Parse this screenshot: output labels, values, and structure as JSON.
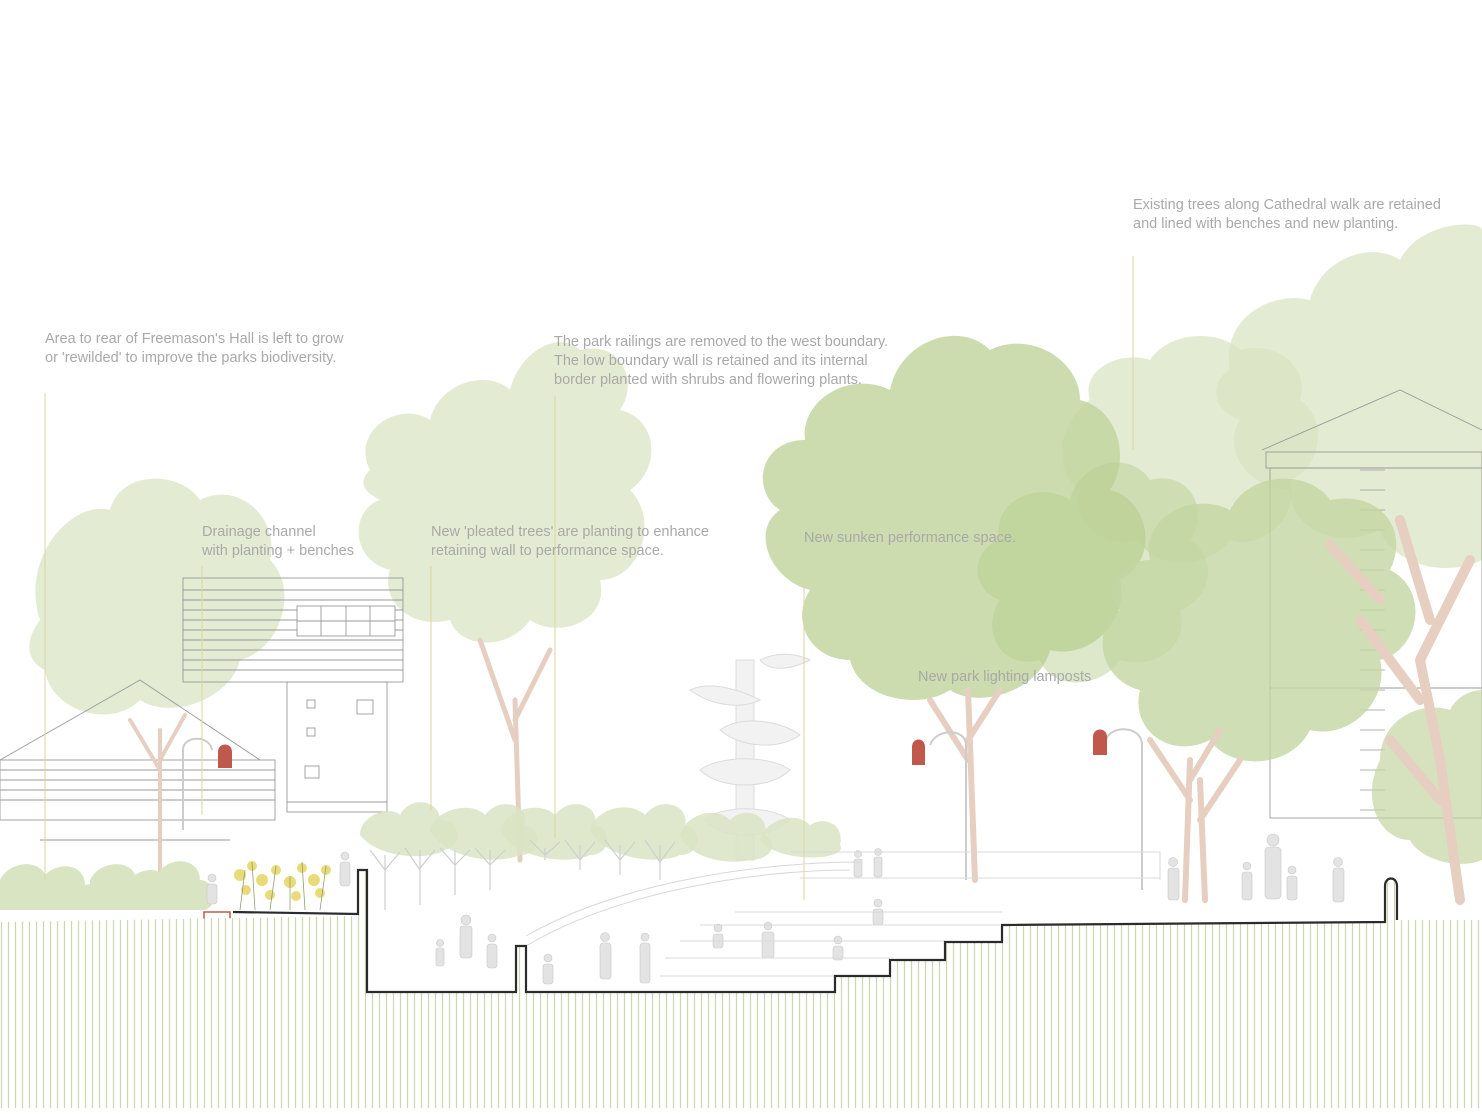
{
  "annotations": {
    "rewilded": {
      "line1": "Area to rear of Freemason's Hall is left to grow",
      "line2": "or 'rewilded' to improve the parks biodiversity."
    },
    "drainage": {
      "line1": "Drainage channel",
      "line2": "with planting + benches"
    },
    "pleated_trees": {
      "line1": "New 'pleated trees' are planting to enhance",
      "line2": "retaining wall to performance space."
    },
    "railings": {
      "line1": "The park railings are removed to the west boundary.",
      "line2": "The low boundary wall is retained and its internal",
      "line3": "border planted with shrubs and flowering plants."
    },
    "performance": {
      "line1": "New sunken performance space."
    },
    "lampposts": {
      "line1": "New park lighting lamposts"
    },
    "cathedral_walk": {
      "line1": "Existing trees along Cathedral walk are retained",
      "line2": "and lined with benches and new planting."
    }
  },
  "colors": {
    "background": "#ffffff",
    "foliage_light": "#d9e4c3",
    "foliage_mid": "#c3d6a1",
    "foliage_dark": "#b3cb8c",
    "trunk": "#e6cfc0",
    "ground_hatch": "#c9d7b2",
    "section_line": "#2b2b2b",
    "lamp_head": "#c0584c",
    "building_line": "#9a9a9a",
    "annotation_text": "#a9a9a9",
    "leader_line": "#ddd6a0",
    "flowers": "#e3cf4e"
  }
}
